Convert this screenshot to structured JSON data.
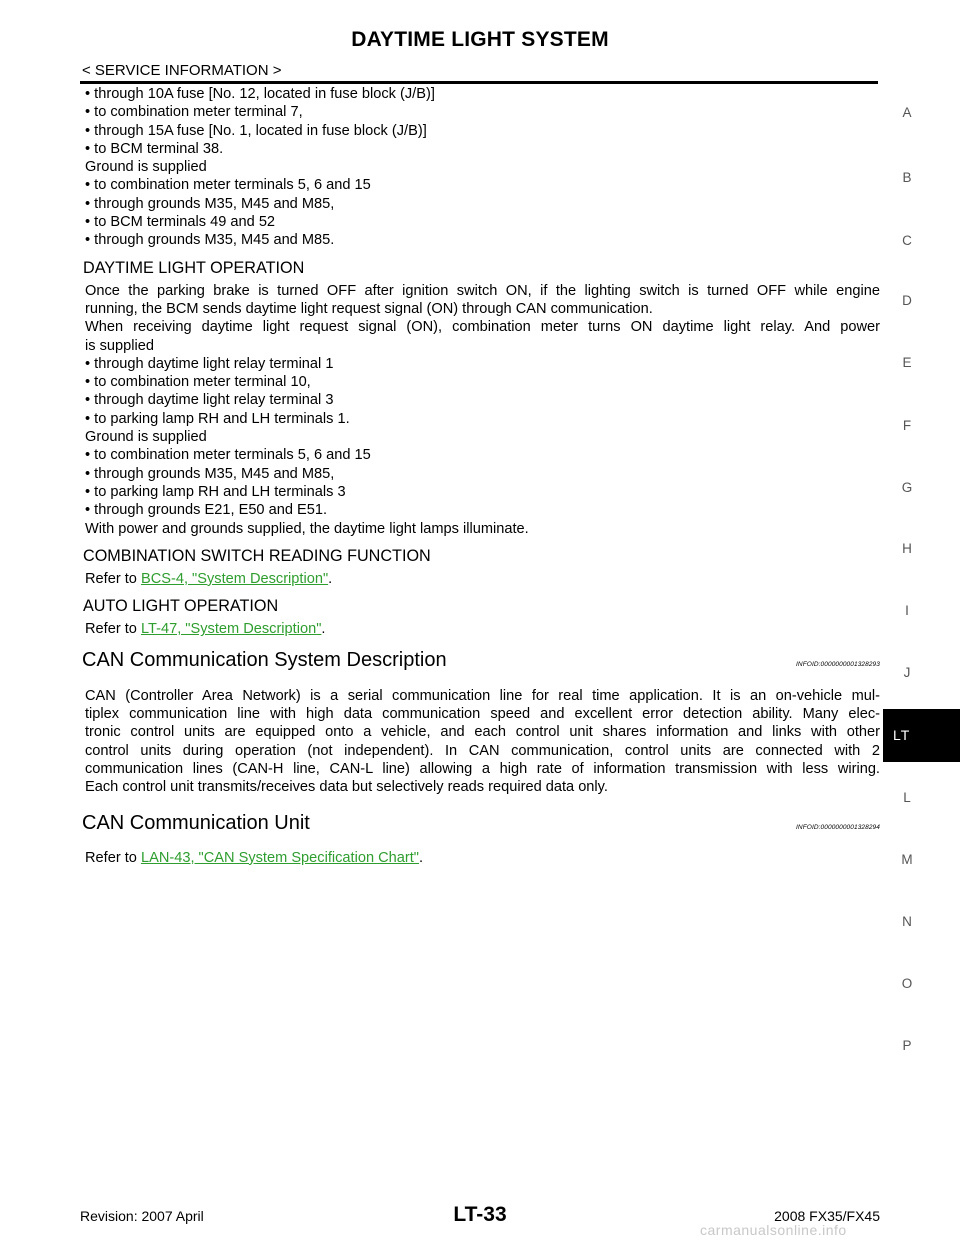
{
  "header": {
    "title": "DAYTIME LIGHT SYSTEM",
    "section": "< SERVICE INFORMATION >"
  },
  "intro_lines": [
    "• through 10A fuse [No. 12, located in fuse block (J/B)]",
    "• to combination meter terminal 7,",
    "• through 15A fuse [No. 1, located in fuse block (J/B)]",
    "• to BCM terminal 38.",
    "Ground is supplied",
    "• to combination meter terminals 5, 6 and 15",
    "• through grounds M35, M45 and M85,",
    "• to BCM terminals 49 and 52",
    "• through grounds M35, M45 and M85."
  ],
  "daytime_op": {
    "heading": "DAYTIME LIGHT OPERATION",
    "para1": [
      "Once the parking brake is turned OFF after ignition switch ON, if the lighting switch is turned OFF while engine",
      "running, the BCM sends daytime light request signal (ON) through CAN communication."
    ],
    "para2": [
      "When receiving daytime light request signal (ON), combination meter turns ON daytime light relay. And power",
      "is supplied"
    ],
    "lines": [
      "• through daytime light relay terminal 1",
      "• to combination meter terminal 10,",
      "• through daytime light relay terminal 3",
      "• to parking lamp RH and LH terminals 1.",
      "Ground is supplied",
      "• to combination meter terminals 5, 6 and 15",
      "• through grounds M35, M45 and M85,",
      "• to parking lamp RH and LH terminals 3",
      "• through grounds E21, E50 and E51.",
      "With power and grounds supplied, the daytime light lamps illuminate."
    ]
  },
  "combo_switch": {
    "heading": "COMBINATION SWITCH READING FUNCTION",
    "prefix": "Refer to ",
    "link": "BCS-4, \"System Description\"",
    "suffix": "."
  },
  "auto_light": {
    "heading": "AUTO LIGHT OPERATION",
    "prefix": "Refer to ",
    "link": "LT-47, \"System Description\"",
    "suffix": "."
  },
  "can_desc": {
    "heading": "CAN Communication System Description",
    "infoid": "INFOID:0000000001328293",
    "lines": [
      "CAN (Controller Area Network) is a serial communication line for real time application. It is an on-vehicle mul-",
      "tiplex communication line with high data communication speed and excellent error detection ability. Many elec-",
      "tronic control units are equipped onto a vehicle, and each control unit shares information and links with other",
      "control units during operation (not independent). In CAN communication, control units are connected with 2",
      "communication lines (CAN-H line, CAN-L line) allowing a high rate of information transmission with less wiring.",
      "Each control unit transmits/receives data but selectively reads required data only."
    ]
  },
  "can_unit": {
    "heading": "CAN Communication Unit",
    "infoid": "INFOID:0000000001328294",
    "prefix": "Refer to ",
    "link": "LAN-43, \"CAN System Specification Chart\"",
    "suffix": "."
  },
  "side_index": [
    "A",
    "B",
    "C",
    "D",
    "E",
    "F",
    "G",
    "H",
    "I",
    "J",
    "LT",
    "L",
    "M",
    "N",
    "O",
    "P"
  ],
  "footer": {
    "revision": "Revision: 2007 April",
    "page": "LT-33",
    "model": "2008 FX35/FX45",
    "watermark": "carmanualsonline.info"
  },
  "colors": {
    "link": "#2e9e2e",
    "tab_bg": "#000000",
    "side_letters": "#555555"
  }
}
